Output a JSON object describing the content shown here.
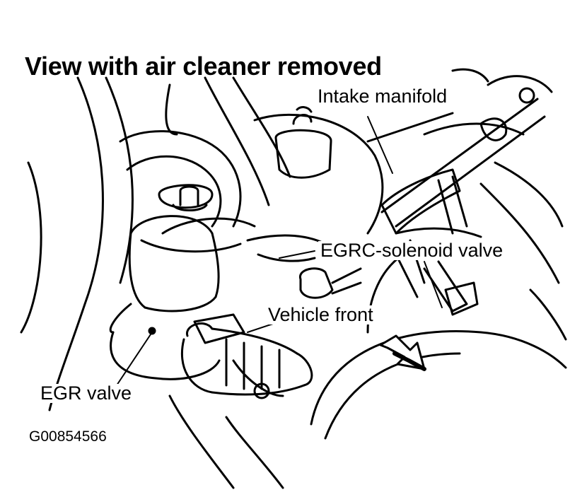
{
  "title": "View with air cleaner removed",
  "callouts": {
    "intake_manifold": "Intake manifold",
    "egrc_solenoid_valve": "EGRC-solenoid valve",
    "vehicle_front": "Vehicle front",
    "egr_valve": "EGR valve"
  },
  "figure_id": "G00854566",
  "colors": {
    "ink": "#000000",
    "paper": "#ffffff"
  }
}
